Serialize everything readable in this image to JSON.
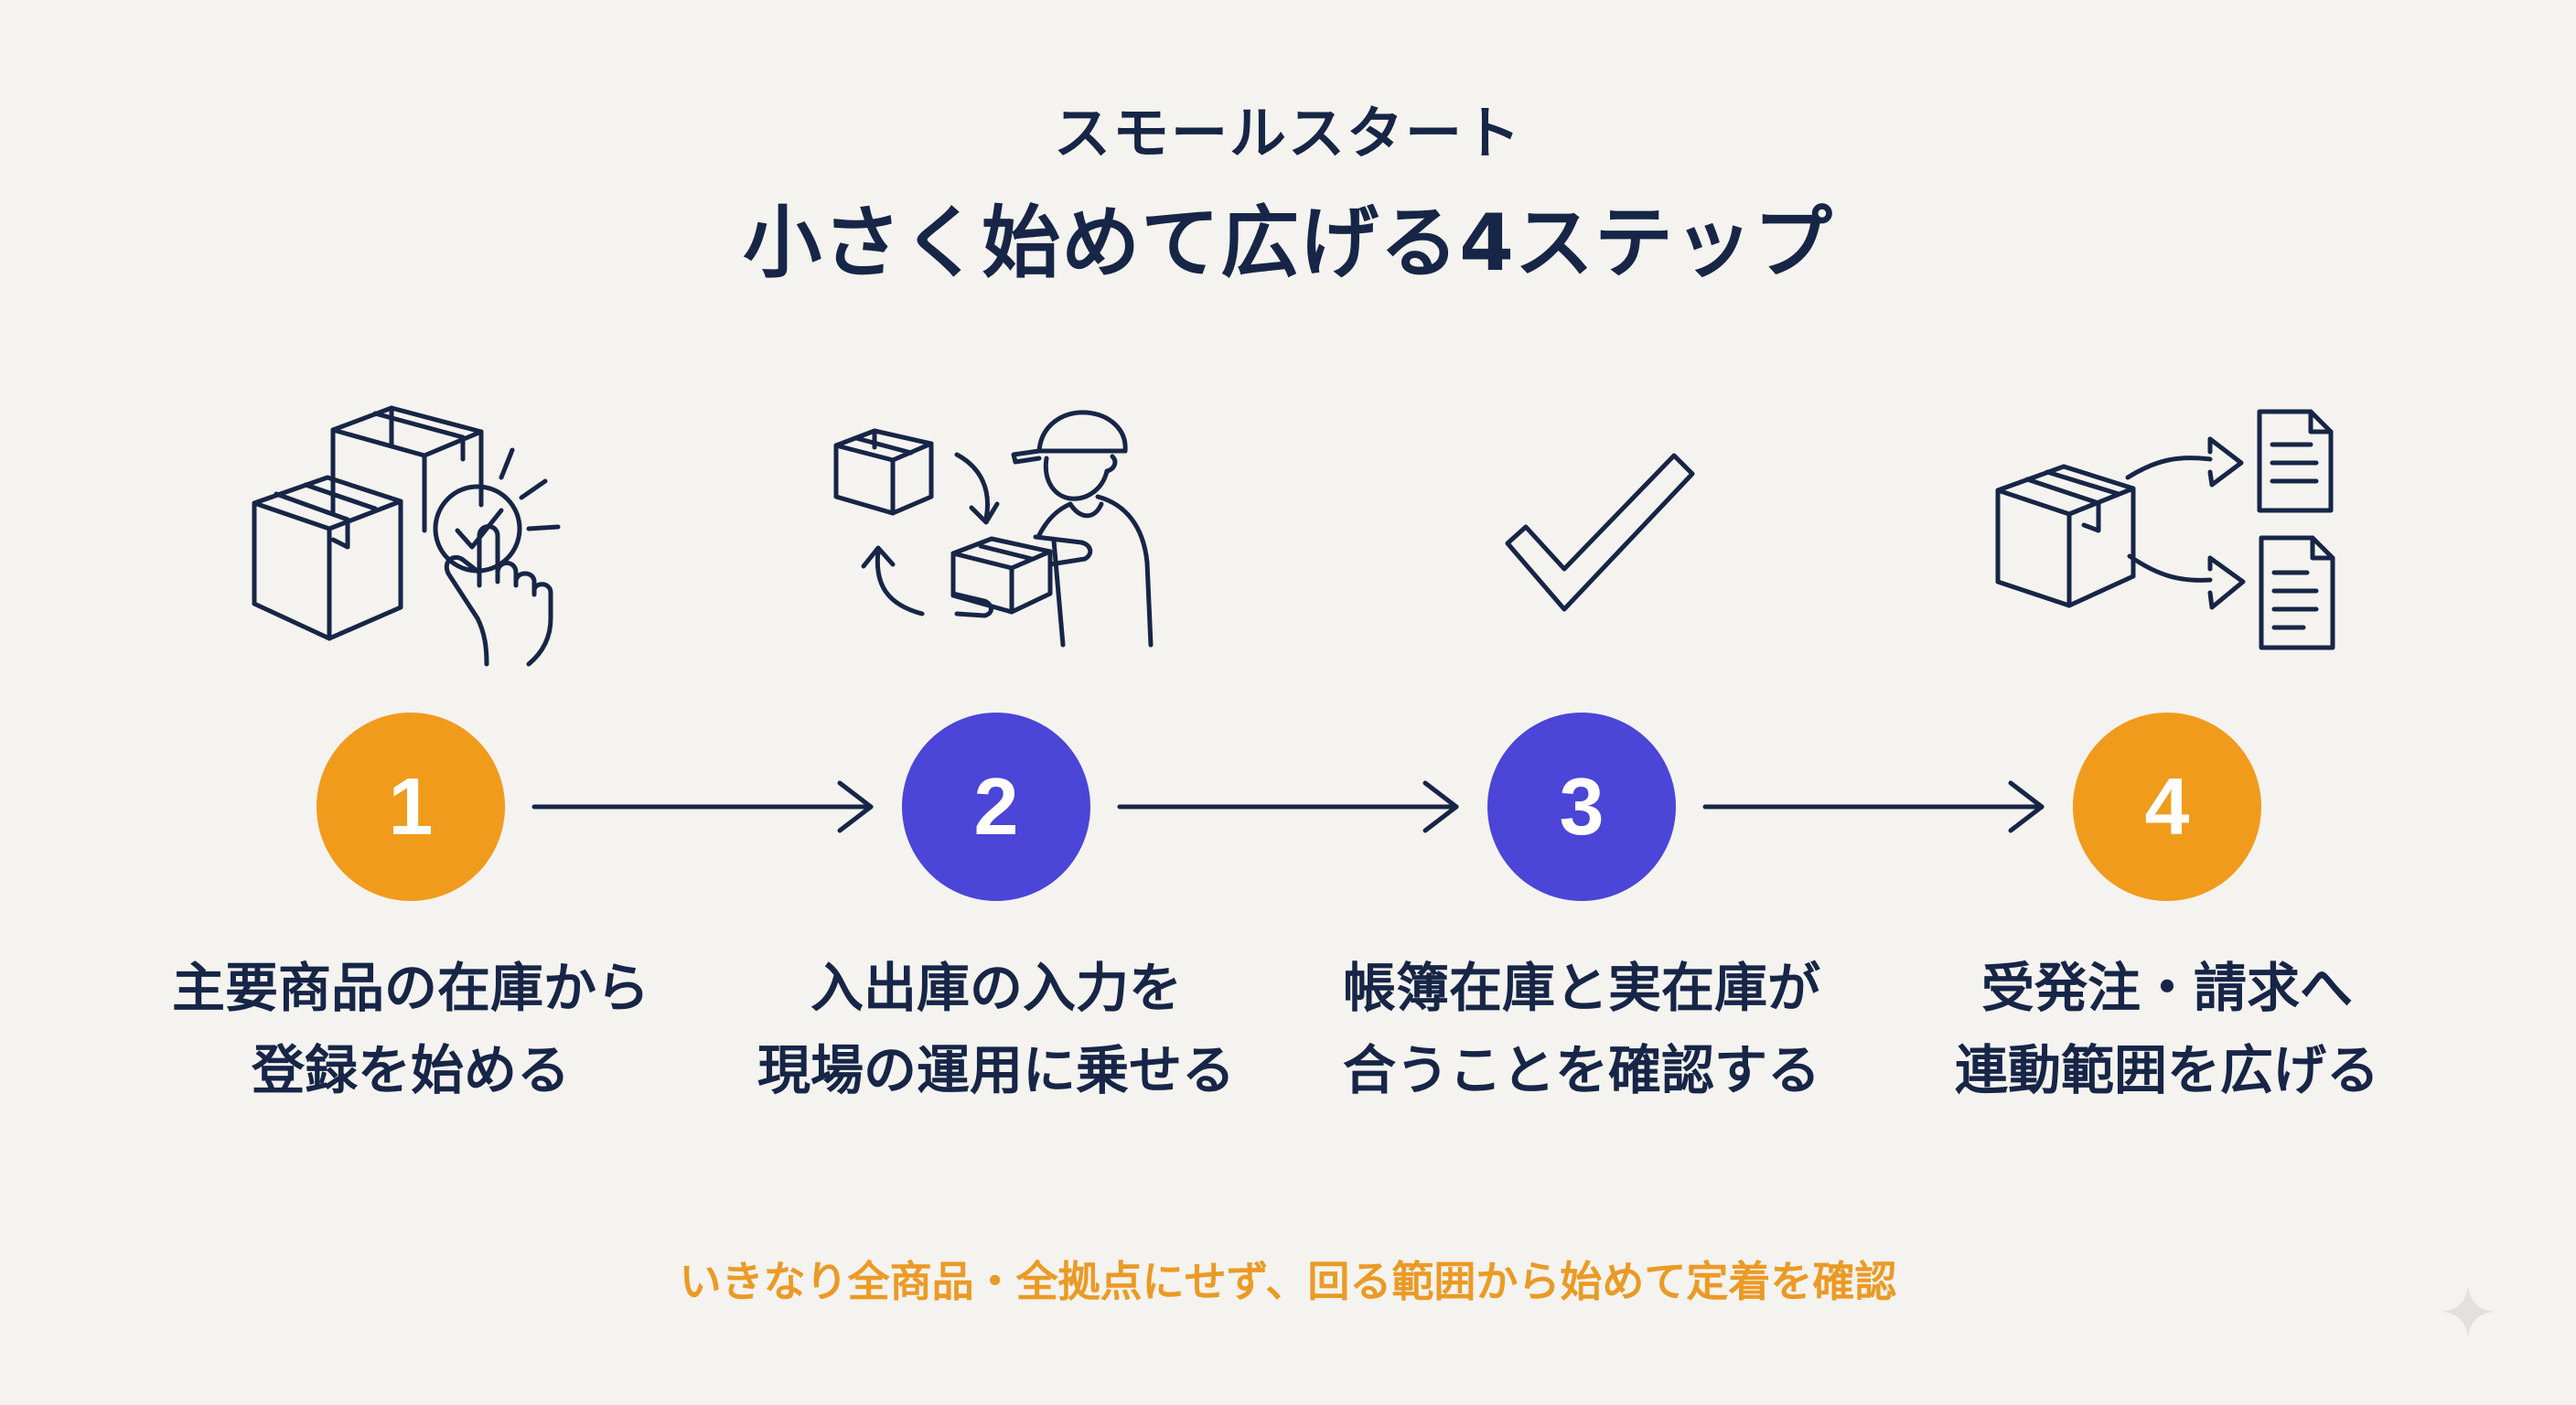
{
  "header": {
    "subtitle": "スモールスタート",
    "title": "小さく始めて広げる4ステップ"
  },
  "colors": {
    "orange": "#f19b1c",
    "purple": "#4b45d8",
    "navy": "#172547",
    "footer_text": "#eb9a25",
    "background": "#f4f3ef"
  },
  "steps": [
    {
      "number": "1",
      "color": "orange",
      "icon": "boxes-touch-check-icon",
      "line1": "主要商品の在庫から",
      "line2": "登録を始める"
    },
    {
      "number": "2",
      "color": "purple",
      "icon": "worker-carrying-box-icon",
      "line1": "入出庫の入力を",
      "line2": "現場の運用に乗せる"
    },
    {
      "number": "3",
      "color": "purple",
      "icon": "checkmark-icon",
      "line1": "帳簿在庫と実在庫が",
      "line2": "合うことを確認する"
    },
    {
      "number": "4",
      "color": "orange",
      "icon": "box-to-documents-icon",
      "line1": "受発注・請求へ",
      "line2": "連動範囲を広げる"
    }
  ],
  "footer": {
    "note": "いきなり全商品・全拠点にせず、回る範囲から始めて定着を確認"
  }
}
